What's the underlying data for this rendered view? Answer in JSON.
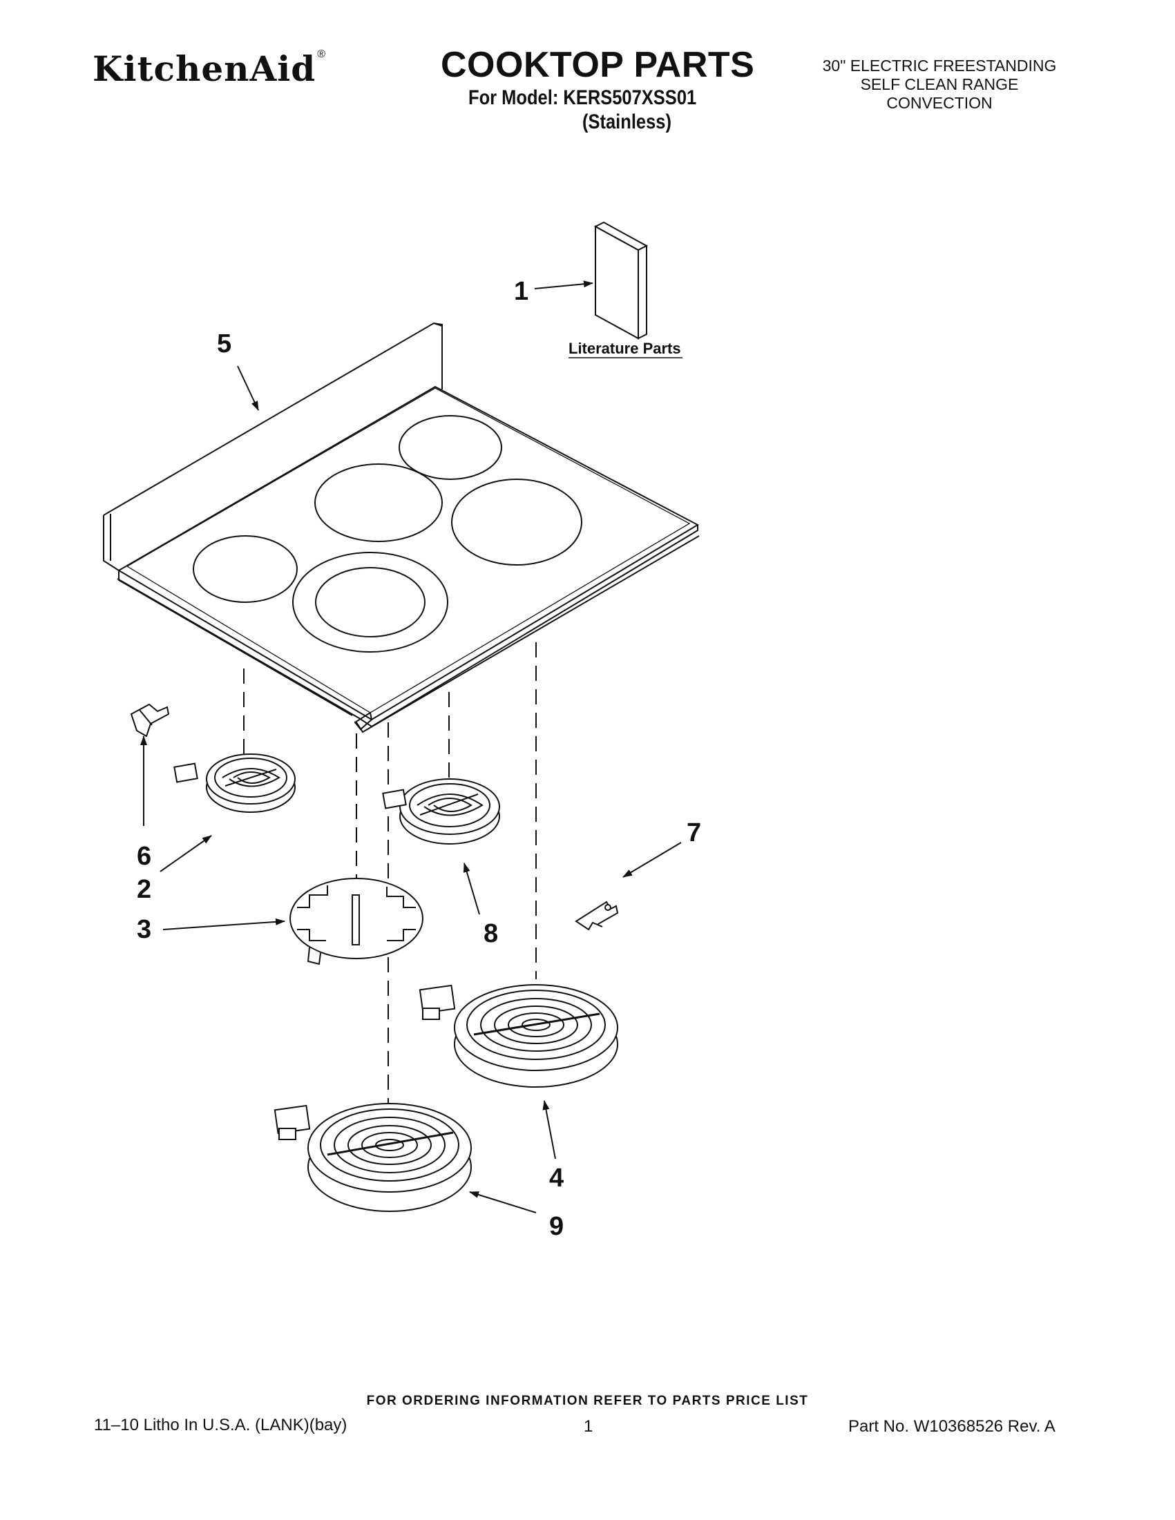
{
  "header": {
    "brand": "KitchenAid",
    "brand_mark": "®",
    "title": "COOKTOP PARTS",
    "model_line": "For Model: KERS507XSS01",
    "finish": "(Stainless)",
    "description": [
      "30\" ELECTRIC FREESTANDING",
      "SELF CLEAN RANGE",
      "CONVECTION"
    ]
  },
  "diagram": {
    "literature_label": "Literature Parts",
    "callouts": [
      "1",
      "2",
      "3",
      "4",
      "5",
      "6",
      "7",
      "8",
      "9"
    ]
  },
  "footer": {
    "ordering_info": "FOR ORDERING INFORMATION REFER TO PARTS PRICE LIST",
    "litho": "11–10 Litho In U.S.A. (LANK)(bay)",
    "page_number": "1",
    "part_number": "Part No. W10368526 Rev. A"
  }
}
